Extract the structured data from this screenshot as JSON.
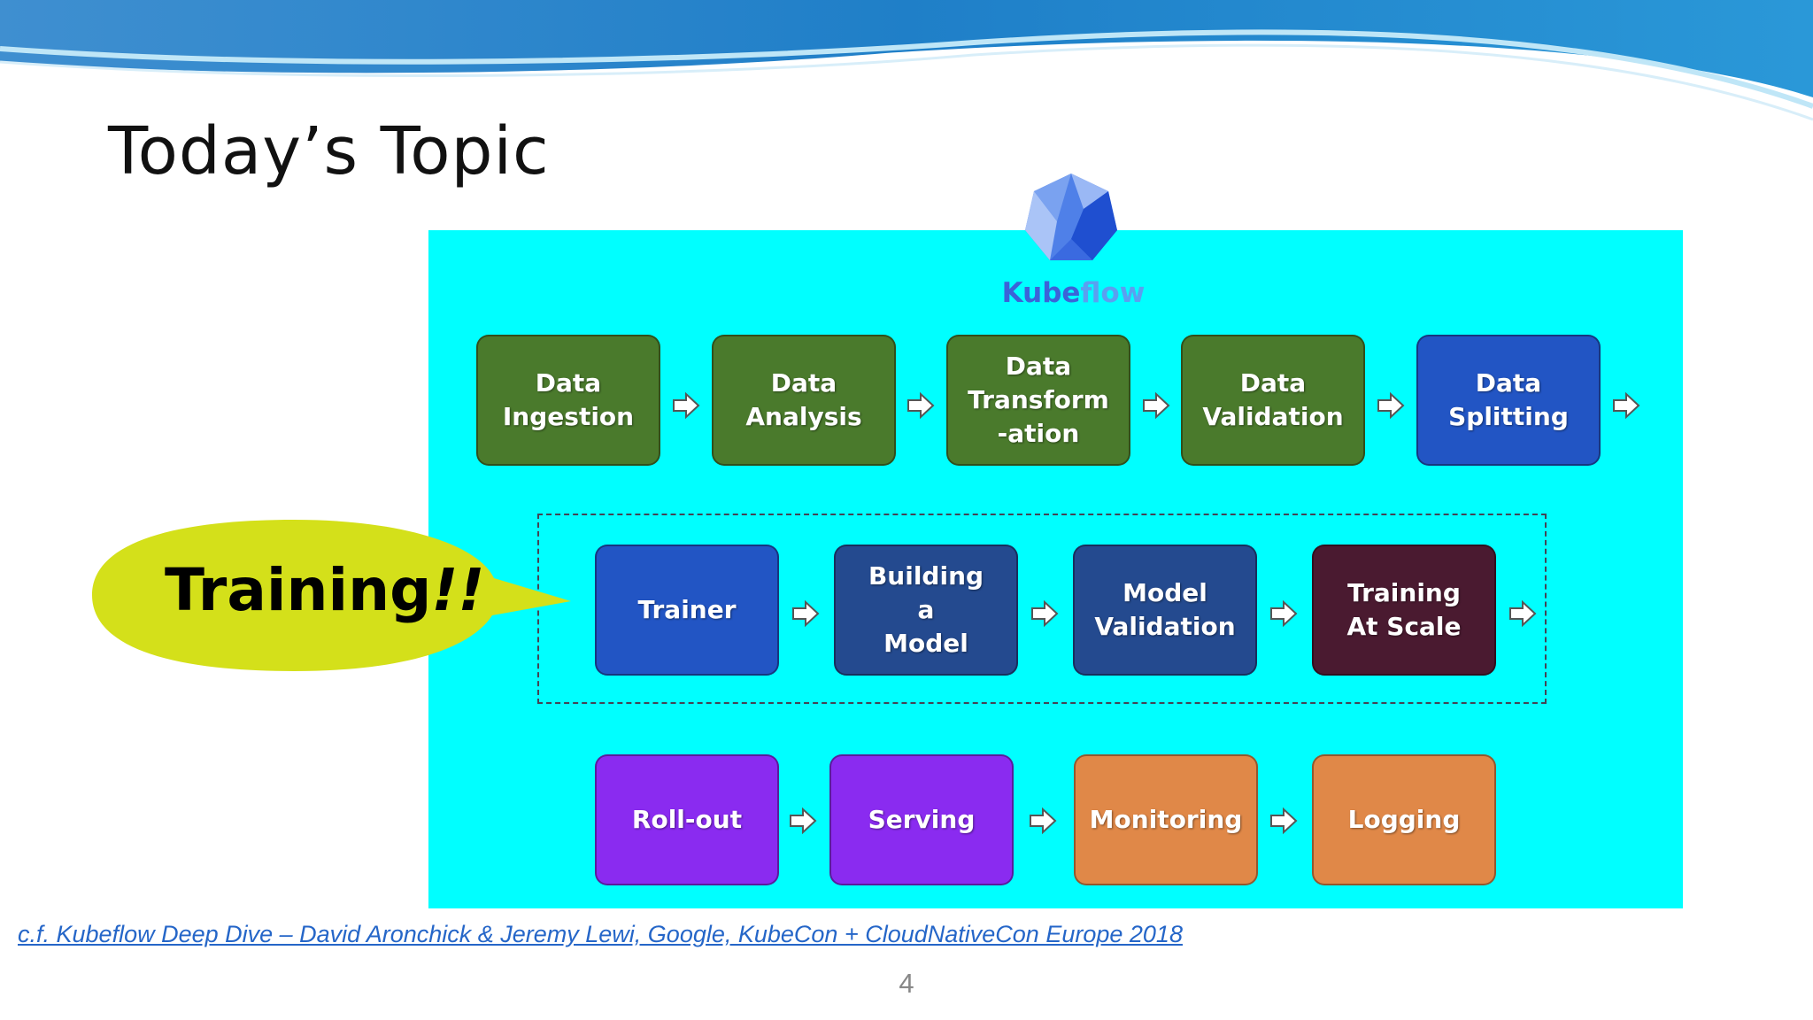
{
  "slide": {
    "title": "Today’s Topic",
    "page_number": "4",
    "citation": "c.f. Kubeflow Deep Dive – David Aronchick & Jeremy Lewi, Google, KubeCon + CloudNativeCon Europe 2018"
  },
  "logo": {
    "part1": "Kube",
    "part2": "flow"
  },
  "callout": {
    "text": "Training",
    "emphasis": "!!",
    "color": "#d4e01a"
  },
  "colors": {
    "panel": "#00ffff",
    "green": "#4a7a2c",
    "blue": "#2255c4",
    "navy": "#244a8f",
    "maroon": "#4a1a30",
    "purple": "#8a2bf0",
    "orange": "#e08848"
  },
  "pipeline": {
    "row1": [
      {
        "label": "Data\nIngestion",
        "color": "#4a7a2c"
      },
      {
        "label": "Data\nAnalysis",
        "color": "#4a7a2c"
      },
      {
        "label": "Data\nTransform\n-ation",
        "color": "#4a7a2c"
      },
      {
        "label": "Data\nValidation",
        "color": "#4a7a2c"
      },
      {
        "label": "Data\nSplitting",
        "color": "#2255c4"
      }
    ],
    "row2": [
      {
        "label": "Trainer",
        "color": "#2255c4"
      },
      {
        "label": "Building\na\nModel",
        "color": "#244a8f"
      },
      {
        "label": "Model\nValidation",
        "color": "#244a8f"
      },
      {
        "label": "Training\nAt Scale",
        "color": "#4a1a30"
      }
    ],
    "row3": [
      {
        "label": "Roll-out",
        "color": "#8a2bf0"
      },
      {
        "label": "Serving",
        "color": "#8a2bf0"
      },
      {
        "label": "Monitoring",
        "color": "#e08848"
      },
      {
        "label": "Logging",
        "color": "#e08848"
      }
    ]
  }
}
